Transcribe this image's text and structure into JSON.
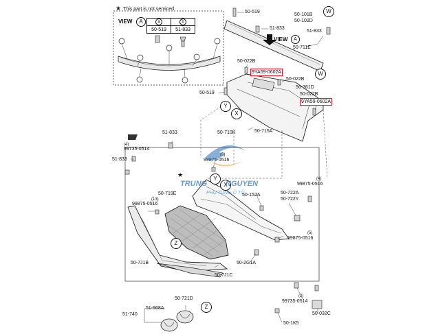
{
  "legend": {
    "star": "★",
    "text": "This part is not serviced"
  },
  "inset": {
    "view_word": "VIEW",
    "view_letter": "A",
    "table_header": [
      "a",
      "b"
    ],
    "table_parts": [
      "50-519",
      "51-833"
    ]
  },
  "watermark": {
    "brand_left": "TRUNG",
    "brand_right": "NGUYEN",
    "tagline": "PHỤ TÙNG Ô TÔ"
  },
  "colors": {
    "highlight": "#e0182b",
    "watermark": "#2a6fb6",
    "watermark_orange": "#f2a33a"
  },
  "top_view": {
    "view_word": "VIEW",
    "view_letter": "A"
  },
  "labels": {
    "p50519_top": "50-519",
    "p50101B": "50-101B",
    "p50102D": "50-102D",
    "p51833_a": "51-833",
    "p51833_b": "51-833",
    "p50711E": "50-711E",
    "p50022B_a": "50-022B",
    "p50022B_b": "50-022B",
    "p50022B_c": "50-022B",
    "p56361D": "56-361D",
    "p50519_mid": "50-519",
    "p50715A": "50-715A",
    "p51833_c": "51-833",
    "p50710K": "50-710K",
    "p99735_0514_a": "99735-0514",
    "p51833_d": "51-833",
    "p99875_0516_a": "99875-0516",
    "p50719E": "50-719E",
    "p99875_0516_b": "99875-0516",
    "p50152A": "50-152A",
    "p50722A": "50-722A",
    "p50722Y": "50-722Y",
    "p99875_0516_c": "99875-0516",
    "p99875_0516_d": "99875-0516",
    "p507J1B": "50-7J1B",
    "p502G1A": "50-2G1A",
    "p507J1C": "50-7J1C",
    "p50721D": "50-721D",
    "p51968A": "51-968A",
    "p51740": "51-740",
    "p99735_0514_b": "99735-0514",
    "p501K5": "50-1K5",
    "p50032C": "50-032C"
  },
  "quantities": {
    "q4_a": "(4)",
    "q5_a": "(5)",
    "q13": "(13)",
    "q4_b": "(4)",
    "q5_b": "(5)",
    "q2": "(2)"
  },
  "highlighted": {
    "h1": "9YA59-0602A",
    "h2": "9YA59-0602A"
  },
  "callouts": {
    "W1": "W",
    "W2": "W",
    "X1": "X",
    "Y1": "Y",
    "X2": "X",
    "Y2": "Y",
    "Z1": "Z",
    "Z2": "Z"
  }
}
